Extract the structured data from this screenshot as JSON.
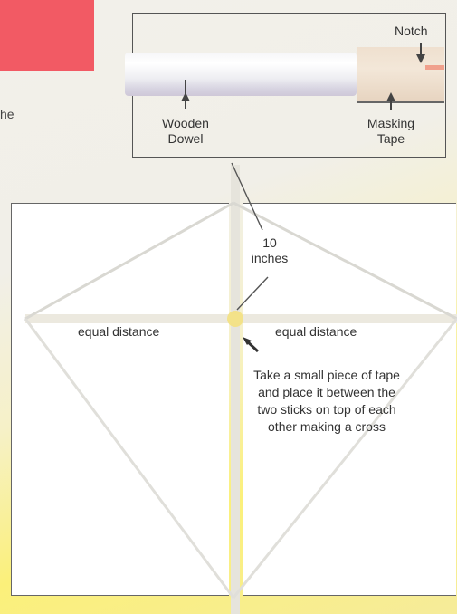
{
  "side_text": "he",
  "inset": {
    "notch_label": "Notch",
    "wooden_dowel_label": "Wooden\nDowel",
    "masking_tape_label": "Masking\nTape"
  },
  "kite": {
    "length_label": "10\ninches",
    "equal_distance_left": "equal distance",
    "equal_distance_right": "equal distance",
    "instruction": "Take a small piece of tape and place it between the two sticks on top of each other making a cross"
  },
  "colors": {
    "accent_red": "#f25a64",
    "background_yellow": "#fbf07a",
    "notch_red": "#f0a08c"
  }
}
